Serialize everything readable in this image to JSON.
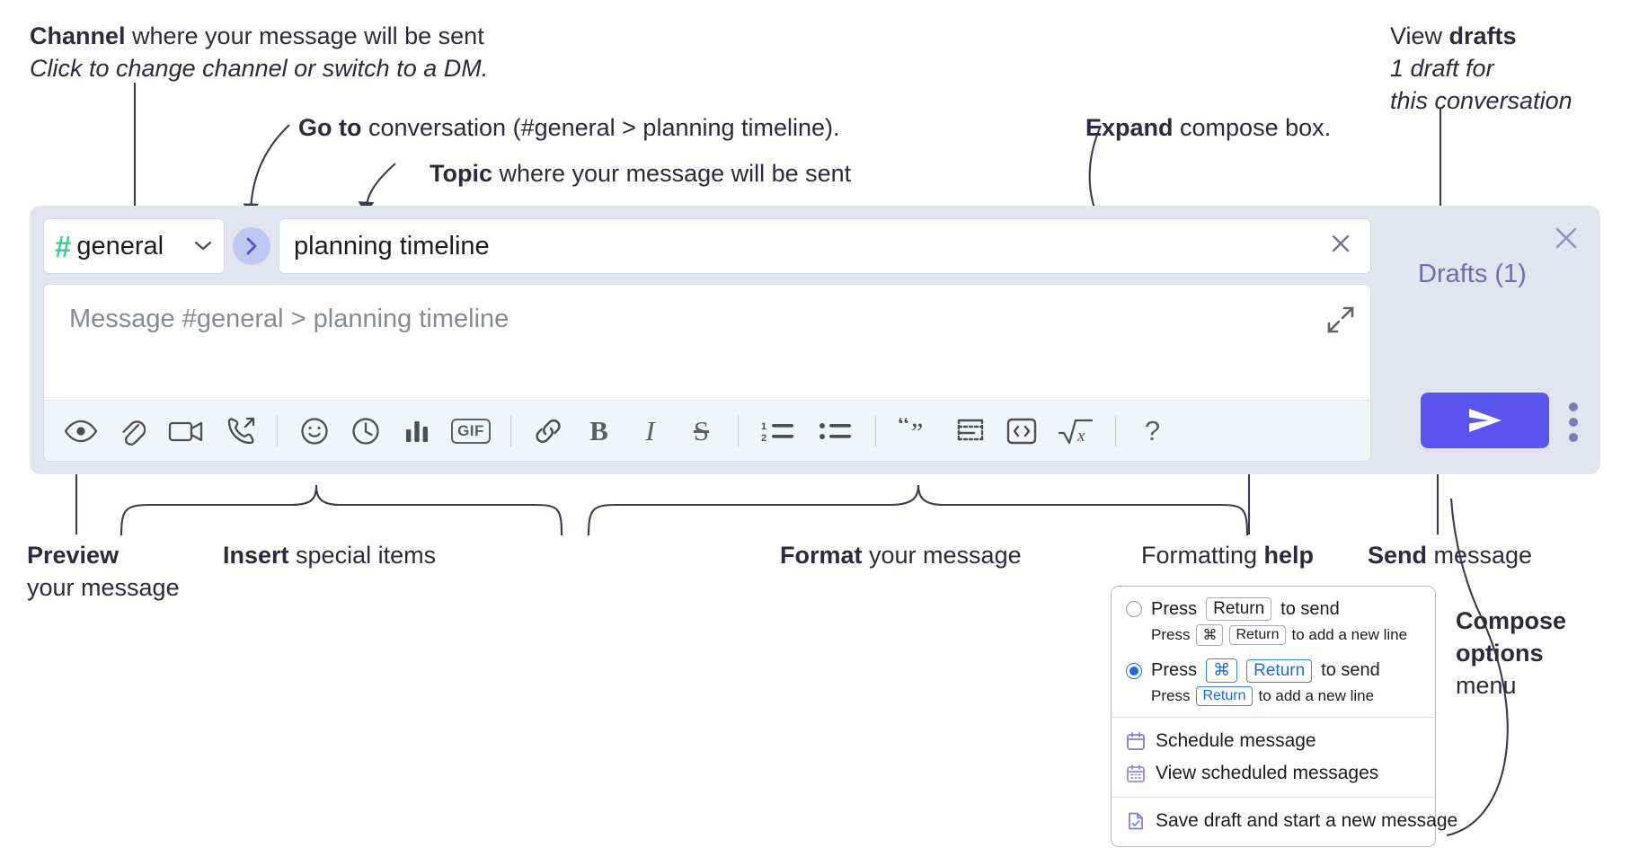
{
  "annotations": {
    "channel": {
      "bold": "Channel",
      "rest": " where your message will be sent",
      "sub": "Click to change channel or switch to a DM."
    },
    "goto": {
      "bold": "Go to",
      "rest": " conversation (#general > planning timeline)."
    },
    "topic": {
      "bold": "Topic",
      "rest": " where your message will be sent"
    },
    "expand": {
      "bold": "Expand",
      "rest": " compose box."
    },
    "view_drafts": {
      "bold_lead": "View ",
      "bold": "drafts",
      "sub1": "1 draft for",
      "sub2": "this conversation"
    },
    "preview": {
      "bold": "Preview",
      "line2": "your message"
    },
    "insert": {
      "bold": "Insert",
      "rest": " special items"
    },
    "format": {
      "bold": "Format",
      "rest": " your message"
    },
    "formatting_help": {
      "lead": "Formatting ",
      "bold": "help"
    },
    "send": {
      "bold": "Send",
      "rest": " message"
    },
    "compose_options": {
      "l1": "Compose",
      "l2": "options",
      "l3": "menu"
    }
  },
  "compose": {
    "channel": {
      "hash": "#",
      "name": "general",
      "chevron": "⌄"
    },
    "goto_button": {
      "glyph": "›"
    },
    "topic": {
      "value": "planning timeline",
      "clear_glyph": "✕"
    },
    "message": {
      "placeholder": "Message #general > planning timeline",
      "value": ""
    },
    "toolbar": {
      "items": [
        {
          "name": "preview-icon",
          "label": "Preview"
        },
        {
          "name": "attachment-icon",
          "label": "Attach file"
        },
        {
          "name": "video-icon",
          "label": "Record video clip"
        },
        {
          "name": "phone-forward-icon",
          "label": "Audio clip"
        },
        {
          "name": "emoji-icon",
          "label": "Emoji"
        },
        {
          "name": "clock-icon",
          "label": "Reminder"
        },
        {
          "name": "poll-icon",
          "label": "Poll"
        },
        {
          "name": "gif-icon",
          "label": "GIF"
        },
        {
          "name": "link-icon",
          "label": "Link"
        },
        {
          "name": "bold-icon",
          "label": "B"
        },
        {
          "name": "italic-icon",
          "label": "I"
        },
        {
          "name": "strikethrough-icon",
          "label": "S"
        },
        {
          "name": "ordered-list-icon",
          "label": "Ordered list"
        },
        {
          "name": "bulleted-list-icon",
          "label": "Bulleted list"
        },
        {
          "name": "blockquote-icon",
          "label": "Blockquote"
        },
        {
          "name": "code-block-icon",
          "label": "Code block"
        },
        {
          "name": "code-icon",
          "label": "Code"
        },
        {
          "name": "math-icon",
          "label": "Math"
        },
        {
          "name": "help-icon",
          "label": "?"
        }
      ],
      "gif_label": "GIF",
      "bold_label": "B",
      "italic_label": "I",
      "strike_label": "S",
      "help_label": "?"
    }
  },
  "right_pane": {
    "close_glyph": "✕",
    "drafts_label": "Drafts (1)",
    "send_glyph": "➤",
    "kebab_label": "More options"
  },
  "menu": {
    "option1": {
      "selected": false,
      "pre": "Press",
      "key": "Return",
      "post": "to send",
      "sub_pre": "Press",
      "sub_key1": "⌘",
      "sub_key2": "Return",
      "sub_post": "to add a new line"
    },
    "option2": {
      "selected": true,
      "pre": "Press",
      "key1": "⌘",
      "key2": "Return",
      "post": "to send",
      "sub_pre": "Press",
      "sub_key": "Return",
      "sub_post": "to add a new line"
    },
    "items": [
      {
        "icon": "calendar-icon",
        "label": "Schedule message"
      },
      {
        "icon": "calendar-grid-icon",
        "label": "View scheduled messages"
      },
      {
        "icon": "save-draft-icon",
        "label": "Save draft and start a new message"
      }
    ]
  },
  "colors": {
    "compose_bg": "#e2e4f0",
    "accent_purple": "#5a55f0",
    "channel_green": "#3ecf8e",
    "goto_blue": "#bdc7f2",
    "drafts_text": "#6d6fad",
    "annotation_text": "#2b2b3d"
  }
}
